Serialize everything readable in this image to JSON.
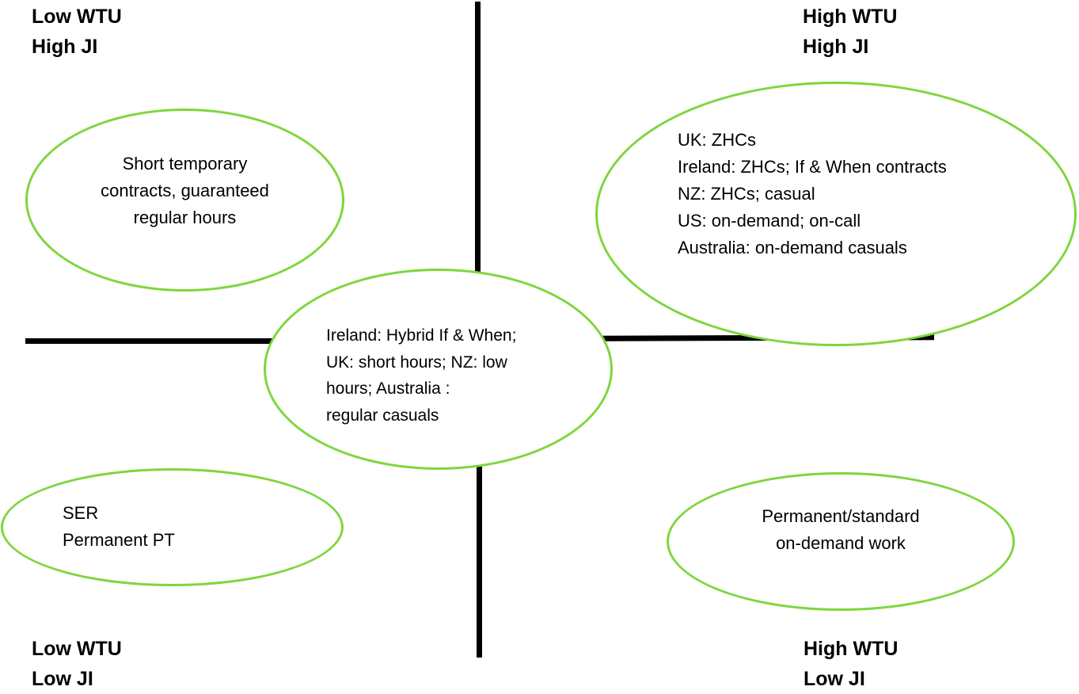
{
  "quadrant_labels": {
    "top_left": [
      "Low WTU",
      "High JI"
    ],
    "top_right": [
      "High WTU",
      "High JI"
    ],
    "bottom_left": [
      "Low WTU",
      "Low JI"
    ],
    "bottom_right": [
      "High WTU",
      "Low JI"
    ]
  },
  "ellipses": {
    "top_left": [
      "Short temporary",
      "contracts, guaranteed",
      "regular hours"
    ],
    "top_right": [
      "UK: ZHCs",
      "Ireland: ZHCs; If & When contracts",
      "NZ: ZHCs; casual",
      "US: on-demand; on-call",
      "Australia: on-demand casuals"
    ],
    "center": [
      "Ireland: Hybrid If & When;",
      "UK: short hours; NZ: low",
      "hours; Australia :",
      "regular casuals"
    ],
    "bottom_left": [
      "SER",
      "Permanent PT"
    ],
    "bottom_right": [
      "Permanent/standard",
      "on-demand work"
    ]
  },
  "colors": {
    "ellipse_border": "#7ed63e",
    "axis": "#000000"
  }
}
